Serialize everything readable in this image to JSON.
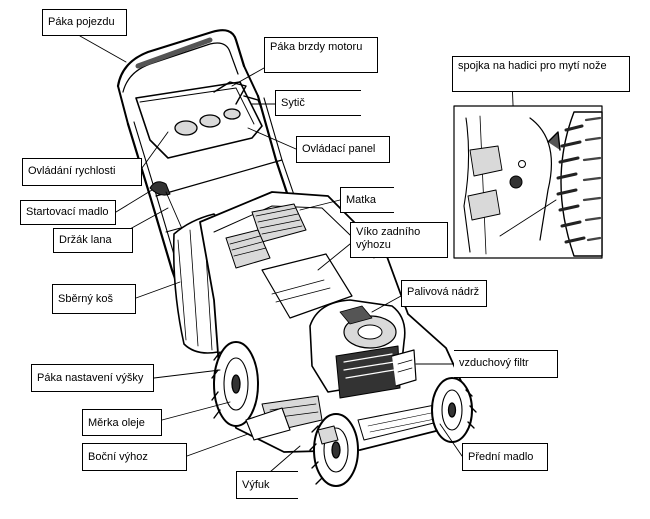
{
  "labels": {
    "drive_lever": "Páka pojezdu",
    "engine_brake_lever": "Páka brzdy motoru",
    "choke": "Sytič",
    "control_panel": "Ovládací panel",
    "speed_control": "Ovládání rychlosti",
    "starter_handle": "Startovací madlo",
    "rope_holder": "Držák lana",
    "nut": "Matka",
    "rear_discharge_cover": "Víko zadního výhozu",
    "grass_bag": "Sběrný koš",
    "fuel_tank": "Palivová nádrž",
    "height_adjust_lever": "Páka nastavení výšky",
    "air_filter": "vzduchový filtr",
    "oil_dipstick": "Měrka oleje",
    "side_discharge": "Boční výhoz",
    "front_handle": "Přední madlo",
    "exhaust": "Výfuk",
    "hose_coupling": "spojka na hadici pro mytí nože"
  },
  "colors": {
    "line": "#000000",
    "fill": "#ffffff",
    "shade": "#d9d9d9",
    "dark": "#333333"
  }
}
